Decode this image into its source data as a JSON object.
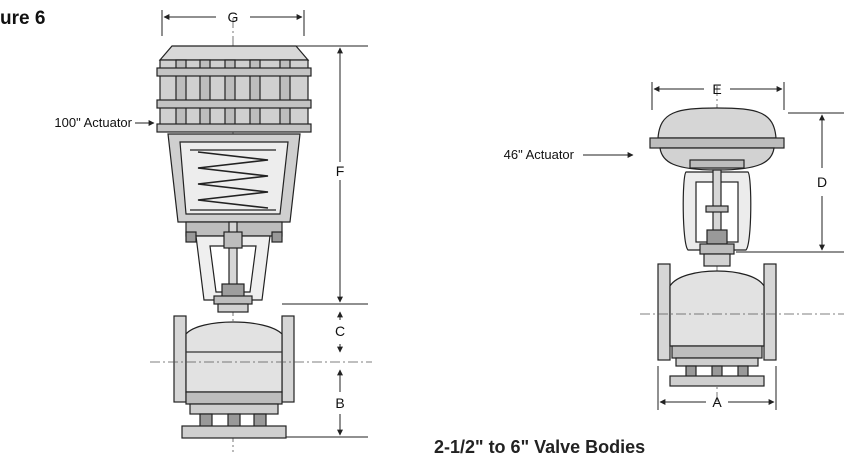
{
  "figure": {
    "title": "ure 6",
    "caption": "2-1/2\" to 6\" Valve Bodies"
  },
  "left_drawing": {
    "actuator_label": "100\" Actuator",
    "dimensions": {
      "g": "G",
      "f": "F",
      "c": "C",
      "b": "B"
    }
  },
  "right_drawing": {
    "actuator_label": "46\" Actuator",
    "dimensions": {
      "e": "E",
      "d": "D",
      "a": "A"
    }
  },
  "colors": {
    "line": "#222222",
    "body_fill": "#e6e6e6",
    "dark_fill": "#bfbfbf",
    "centerline": "#555555"
  }
}
